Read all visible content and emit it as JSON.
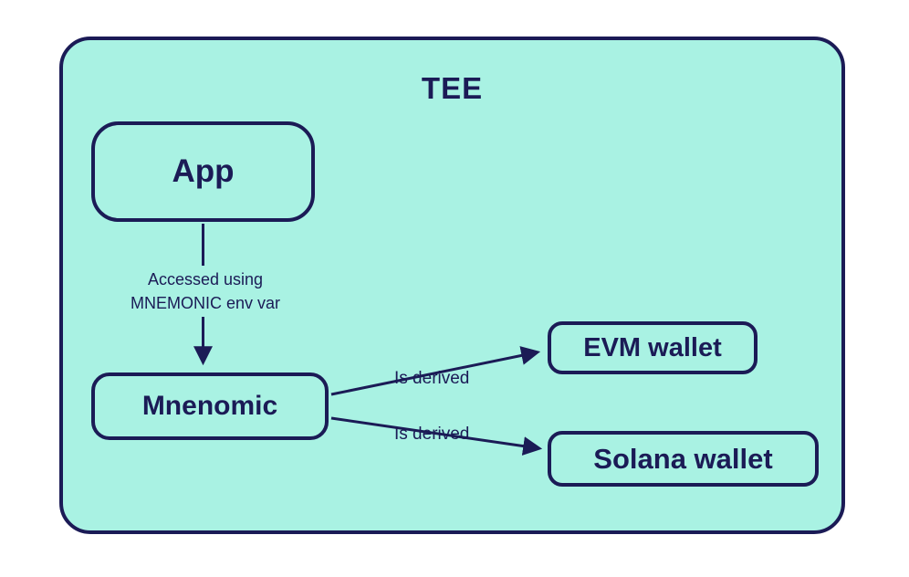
{
  "colors": {
    "background": "#ffffff",
    "container_fill": "#a9f2e3",
    "stroke": "#1b1b56",
    "text": "#1b1b56"
  },
  "diagram": {
    "title": "TEE",
    "nodes": {
      "app": {
        "label": "App"
      },
      "mnemonic": {
        "label": "Mnenomic"
      },
      "evm_wallet": {
        "label": "EVM wallet"
      },
      "solana_wallet": {
        "label": "Solana wallet"
      }
    },
    "edges": {
      "app_to_mnemonic": {
        "label_line1": "Accessed using",
        "label_line2": "MNEMONIC env var"
      },
      "mnemonic_to_evm": {
        "label": "Is derived"
      },
      "mnemonic_to_solana": {
        "label": "Is derived"
      }
    }
  }
}
